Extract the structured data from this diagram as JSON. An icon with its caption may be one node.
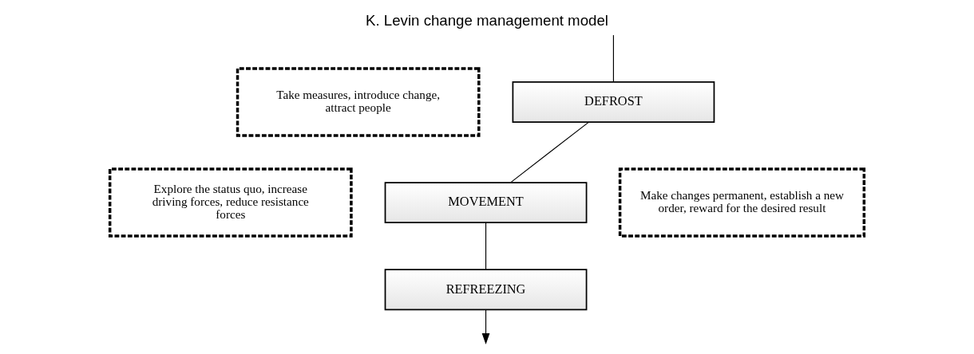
{
  "diagram": {
    "title": "K. Levin change management model",
    "nodes": [
      {
        "text": [
          "DEFROST"
        ]
      },
      {
        "text": [
          "Take measures, introduce change, attract people"
        ]
      },
      {
        "text": [
          "Explore the status quo, increase driving forces, reduce resistance forces"
        ]
      },
      {
        "text": [
          "MOVEMENT"
        ]
      },
      {
        "text": [
          "Make changes permanent, establish a new order, reward for the desired result"
        ]
      },
      {
        "text": [
          "REFREEZING"
        ]
      }
    ],
    "edges": [
      {
        "from": null,
        "to": 0,
        "arrow": "none"
      },
      {
        "from": 0,
        "to": 3,
        "arrow": "none"
      },
      {
        "from": 3,
        "to": 5,
        "arrow": "none"
      },
      {
        "from": 5,
        "to": null,
        "arrow": "to"
      }
    ]
  }
}
